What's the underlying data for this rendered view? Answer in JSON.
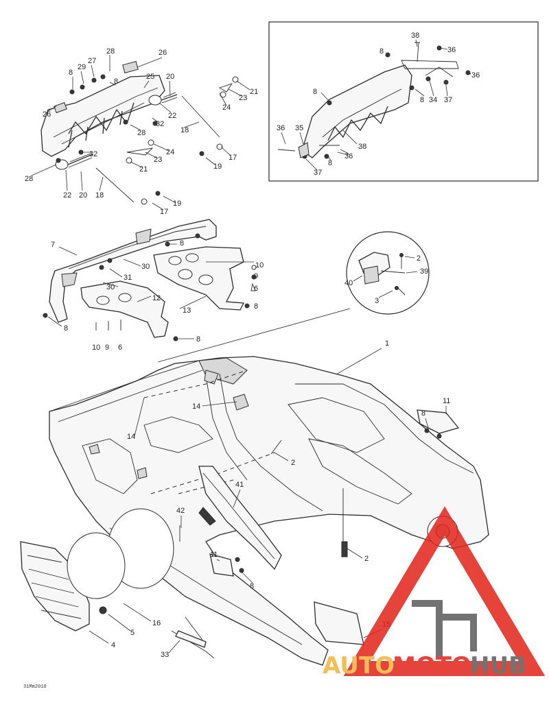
{
  "figure_code": "31Mm2010",
  "watermark": {
    "brand_part1": "AUTO",
    "brand_part2": "MOTO",
    "brand_part3": "HUB",
    "color_primary": "#e2231a",
    "color_secondary": "#f2b23a",
    "color_dark": "#5a5a5a"
  },
  "callouts": {
    "c1": "1",
    "c2": "2",
    "c3": "3",
    "c4": "4",
    "c5": "5",
    "c6": "6",
    "c7": "7",
    "c8": "8",
    "c9": "9",
    "c10": "10",
    "c11": "11",
    "c12": "12",
    "c13": "13",
    "c14": "14",
    "c15": "15",
    "c16": "16",
    "c17": "17",
    "c18": "18",
    "c19": "19",
    "c20": "20",
    "c21": "21",
    "c22": "22",
    "c23": "23",
    "c24": "24",
    "c25": "25",
    "c26": "26",
    "c27": "27",
    "c28": "28",
    "c29": "29",
    "c30": "30",
    "c31": "31",
    "c32": "32",
    "c33": "33",
    "c34": "34",
    "c35": "35",
    "c36": "36",
    "c37": "37",
    "c38": "38",
    "c39": "39",
    "c40": "40",
    "c41": "41",
    "c42": "42"
  }
}
